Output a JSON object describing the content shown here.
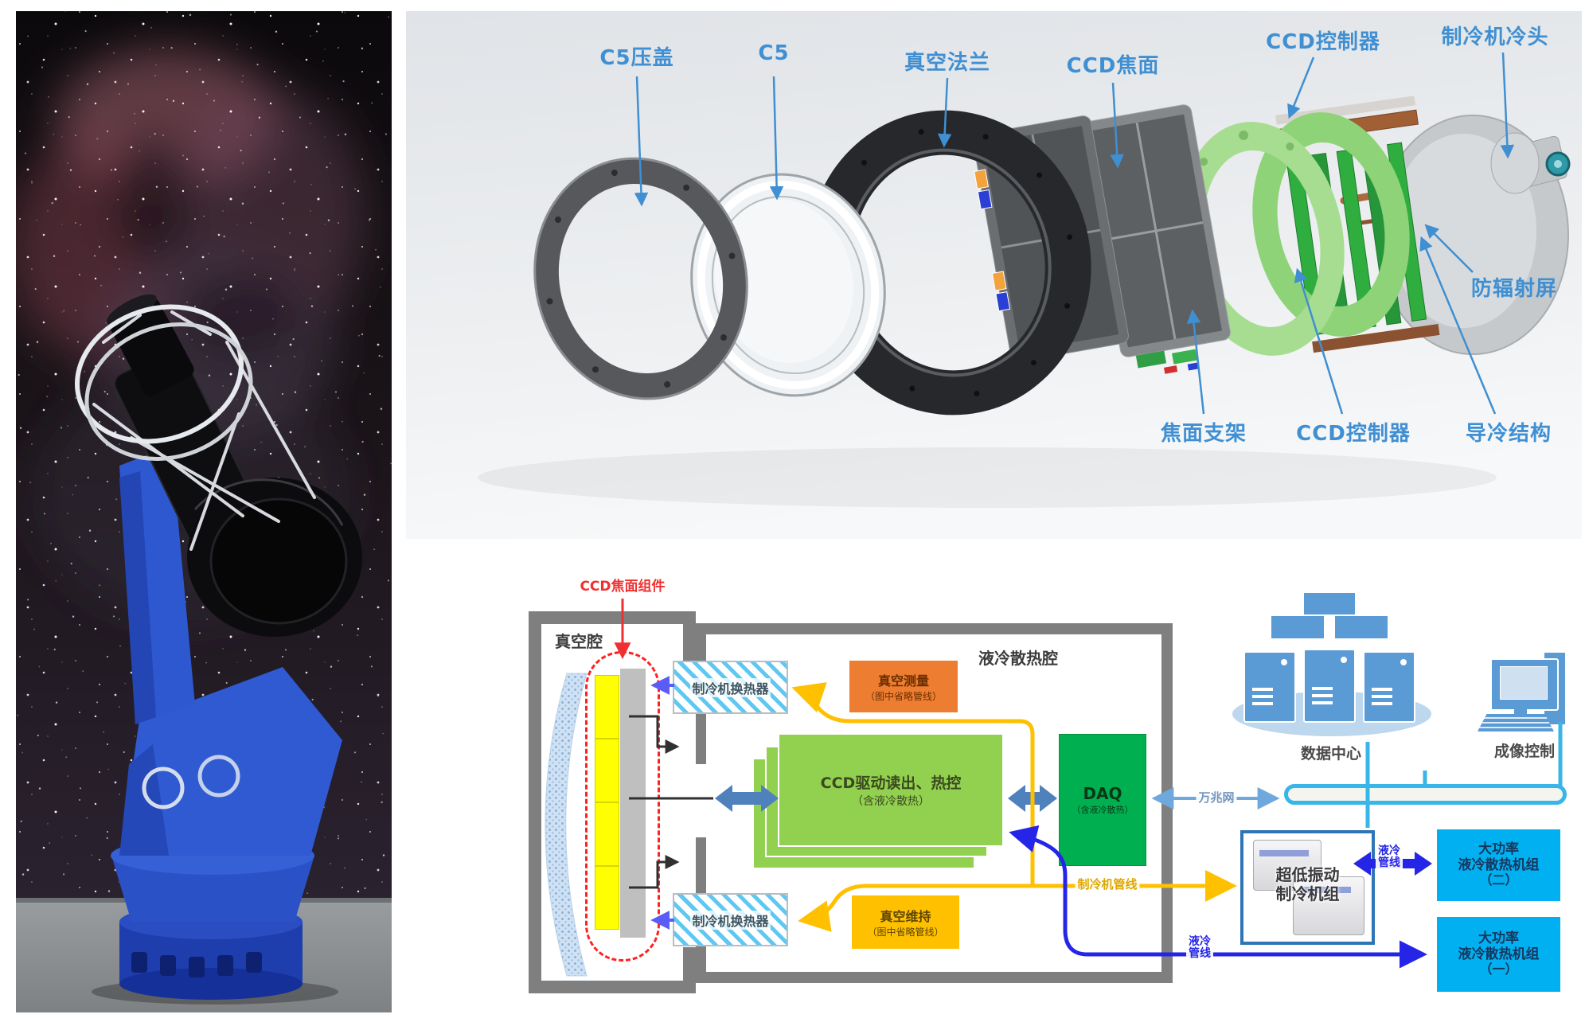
{
  "exploded": {
    "c5_cover": "C5压盖",
    "c5": "C5",
    "vacuum_flange": "真空法兰",
    "ccd_focal": "CCD焦面",
    "ccd_ctrl_top": "CCD控制器",
    "cold_head": "制冷机冷头",
    "shield": "防辐射屏",
    "support": "焦面支架",
    "ccd_ctrl_bottom": "CCD控制器",
    "cold_structure": "导冷结构"
  },
  "schematic": {
    "vacuum_chamber": "真空腔",
    "cooling_chamber": "液冷散热腔",
    "ccd_assembly": "CCD焦面组件",
    "heat_exchanger_top": "制冷机换热器",
    "heat_exchanger_bottom": "制冷机换热器",
    "vacuum_measure_1": "真空测量",
    "vacuum_measure_2": "（图中省略管线）",
    "vacuum_maintain_1": "真空维持",
    "vacuum_maintain_2": "（图中省略管线）",
    "ccd_drive_1": "CCD驱动读出、热控",
    "ccd_drive_2": "（含液冷散热）",
    "daq_1": "DAQ",
    "daq_2": "（含液冷散热）",
    "network": "万兆网",
    "cryo_pipeline": "制冷机管线",
    "coolant_a1": "液冷",
    "coolant_a2": "管线",
    "coolant_b1": "液冷",
    "coolant_b2": "管线",
    "data_center": "数据中心",
    "imaging_control": "成像控制",
    "cryocooler_1": "超低振动",
    "cryocooler_2": "制冷机组",
    "chiller2_1": "大功率",
    "chiller2_2": "液冷散热机组",
    "chiller2_3": "（二）",
    "chiller1_1": "大功率",
    "chiller1_2": "液冷散热机组",
    "chiller1_3": "（一）"
  },
  "colors": {
    "label_blue": "#3F8FD2",
    "wall_gray": "#7F7F7F",
    "hatch_blue": "#5EC7F2",
    "orange": "#ED7D31",
    "gold": "#FFC000",
    "light_green": "#92D050",
    "dark_green": "#00B050",
    "cyan": "#00B0F0",
    "pipe_blue": "#2525E8",
    "steel_blue": "#4F81BD",
    "server_blue": "#5B9BD5",
    "net_blue": "#38B6E8",
    "red": "#F03030",
    "ccd_yellow": "#FFFF00"
  }
}
